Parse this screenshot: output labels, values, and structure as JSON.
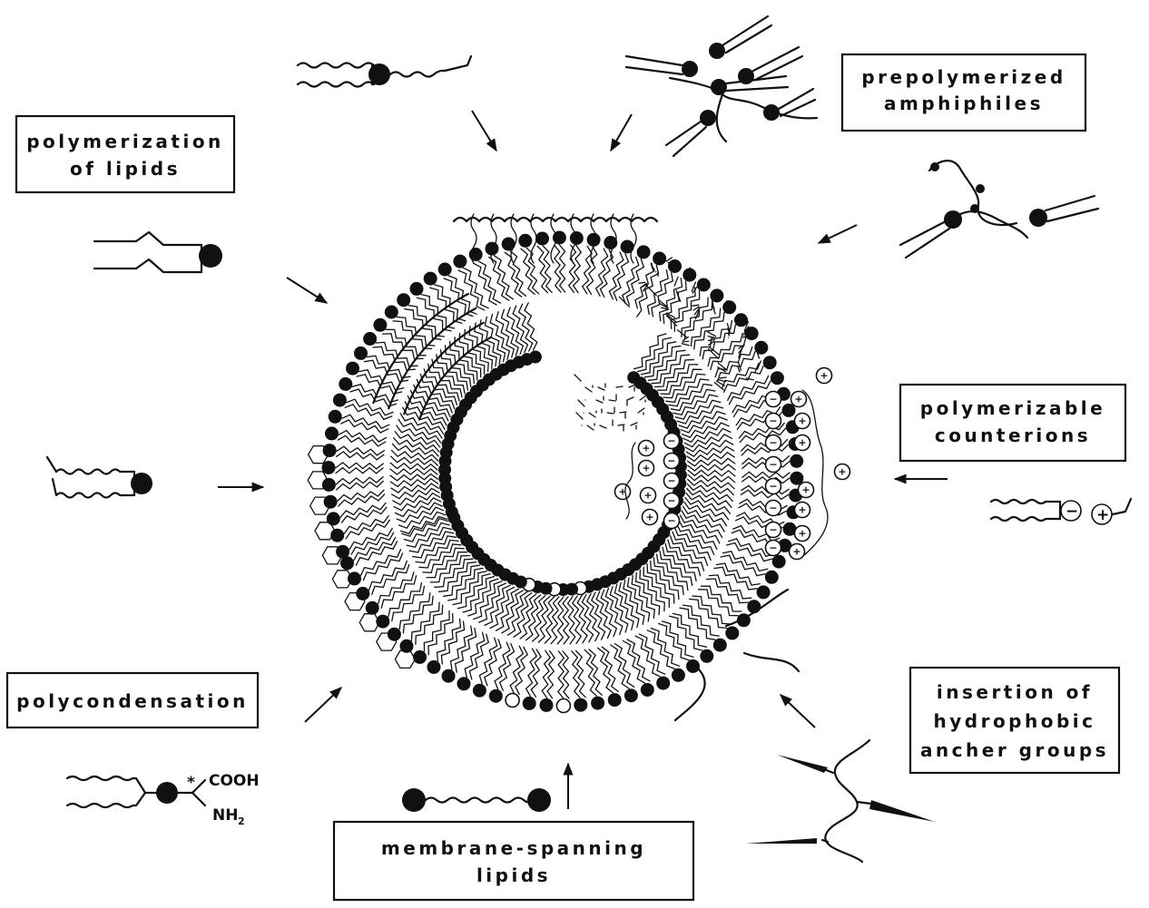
{
  "labels": {
    "polymerization_of_lipids": [
      "polymerization",
      "of lipids"
    ],
    "prepolymerized_amphiphiles": [
      "prepolymerized",
      "amphiphiles"
    ],
    "polymerizable_counterions": [
      "polymerizable",
      "counterions"
    ],
    "insertion_of_hydrophobic_anchor_groups": [
      "insertion of",
      "hydrophobic",
      "ancher groups"
    ],
    "membrane_spanning_lipids": [
      "membrane-spanning",
      "lipids"
    ],
    "polycondensation": [
      "polycondensation"
    ]
  },
  "chemistry": {
    "carboxyl_group": "COOH",
    "amine_group": "NH",
    "amine_subscript": "2",
    "chiral_marker": "*",
    "positive_charge": "+",
    "negative_charge": "−"
  },
  "colors": {
    "ink": "#111111",
    "background": "#ffffff"
  }
}
